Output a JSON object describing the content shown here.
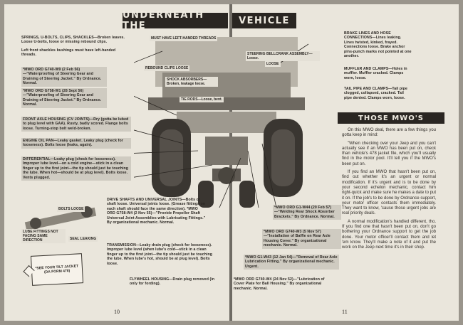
{
  "banner": {
    "left": "UNDERNEATH THE",
    "right": "VEHICLE"
  },
  "left_notes": {
    "springs": "SPRINGS, U-BOLTS, CLIPS, SHACKLES—Broken leaves. Loose U-bolts, loose or missing rebound clips.",
    "bushings": "Left front shackles bushings must have left-handed threads.",
    "mwo_w9": "*MWO ORD G740-W9 (2 Feb 56)—\"Waterproofing of Steering Gear and Draining of Steering Jacket.\" By Ordnance. Normal.",
    "mwo_w1": "*MWO ORD G758-W1 (28 Sept 56)—\"Waterproofing of Steering Gear and Draining of Steering Jacket.\" By Ordnance. Normal.",
    "axle": "FRONT AXLE HOUSING (CV JOINTS)—Dry (gotta be lubed to plug level with GAA). Rusty, badly scored. Flange bolts loose. Turning-stop bolt weld-broken.",
    "oilpan": "ENGINE OIL PAN—Leaky gasket. Leaky plug (check for looseness). Bolts loose (leaks, again).",
    "differential": "DIFFERENTIAL—Leaky plug (check for looseness). Improper lube level—on a cold engine—stick in a clean finger up to the first joint—the tip should just be touching the lube. When hot—should be at plug level). Bolts loose. Vents plugged."
  },
  "callouts": {
    "lefthand": "MUST HAVE LEFT-HANDED THREADS",
    "rebound": "REBOUND CLIPS LOOSE",
    "shock": "SHOCK ABSORBERS—Broken, leakage loose.",
    "tierods": "TIE RODS—Loose, bent.",
    "bellcrank": "STEERING BELLCRANK ASSEMBLY—Loose.",
    "loose": "LOOSE",
    "bolts_loose": "BOLTS LOOSE",
    "lube_fittings": "LUBE FITTINGS NOT FACING SAME DIRECTION",
    "seal": "SEAL LEAKING"
  },
  "lower_notes": {
    "driveshafts": "DRIVE SHAFTS AND UNIVERSAL JOINTS—Bolts or shaft loose. Universal joints loose. (Grease fittings on each shaft should face the same direction). *MWO ORD G758-W4 (2 Nov 55)—\"Provide Propeller Shaft Universal Joint Assemblies with Lubricating Fittings.\" By organizational mechanic. Normal.",
    "transmission": "TRANSMISSION—Leaky drain plug (check for looseness). Improper lube level (when lube's cold—stick in a clean finger up to the first joint—the tip should just be touching the lube. When lube's hot, should be at plug level). Bolts loose.",
    "flywheel": "FLYWHEEL HOUSING—Drain plug removed (in only for fording).",
    "tag": "*SEE YOUR TILT JACKET (DA FORM 478)",
    "mwo_w44": "*MWO ORD G1-W44 (20 Feb 57) —\"Welding Rear Shock Absorber Brackets.\" By Ordnance. Normal.",
    "mwo_w3": "*MWO ORD G740-W3 (5 Nov 57)—\"Installation of Baffle on Rear Axle Housing Cover.\" By organizational mechanic. Normal.",
    "mwo_w43": "*MWO G1-W43 (12 Jan 54)—\"Removal of Rear Axle Lubrication Fitting.\" By organizational mechanic. Urgent.",
    "mwo_w4": "*MWO ORD G740-W4 (24 Nov 52)—\"Lubrication of Cover Plate for Ball Housing.\" By organizational mechanic. Normal."
  },
  "right_notes": {
    "brakes": "BRAKE LINES AND HOSE CONNECTIONS—Lines leaking. Lines twisted, kinked, frayed. Connections loose. Brake anchor pins-punch marks not pointed at one another.",
    "muffler": "MUFFLER AND CLAMPS—Holes in muffler. Muffler cracked. Clamps worn, loose.",
    "tailpipe": "TAIL PIPE AND CLAMPS—Tail pipe clogged, collapsed, cracked. Tail pipe dented. Clamps worn, loose."
  },
  "mwo_section": {
    "title": "THOSE MWO'S",
    "p1": "On this MWO deal, there are a few things you gotta keep in mind:",
    "p2": "\"When checking over your Jeep and you can't actually see if an MWO has been put on, check than vehicle's 478 jacket file, which you'll usually find in the motor pool. It'll tell you if the MWO's been put on.",
    "p3": "If you find an MWO that hasn't been put on, find out whether it's an urgent or normal modification. If it's urgent and is to be done by your second echelon mechanic, contact him right-quick and make sure he makes a date to put it on. If the job's to be done by Ordnance support, your motor officer contacts them immediately. They want to know, 'cause those urgent jobs are real priority deals.",
    "p4": "A normal modification's handled different, tho. If you find one that hasn't been put on, don't go bothering your Ordnance support to get the job done. Your motor officer'll contact them and let 'em know. They'll make a note of it and put the work on the Jeep next time it's in their shop."
  },
  "page_numbers": {
    "left": "10",
    "right": "11"
  },
  "colors": {
    "page": "#eae6dc",
    "ink": "#2a2622",
    "banner": "#2a2622",
    "shade": "#cfcbc1"
  }
}
